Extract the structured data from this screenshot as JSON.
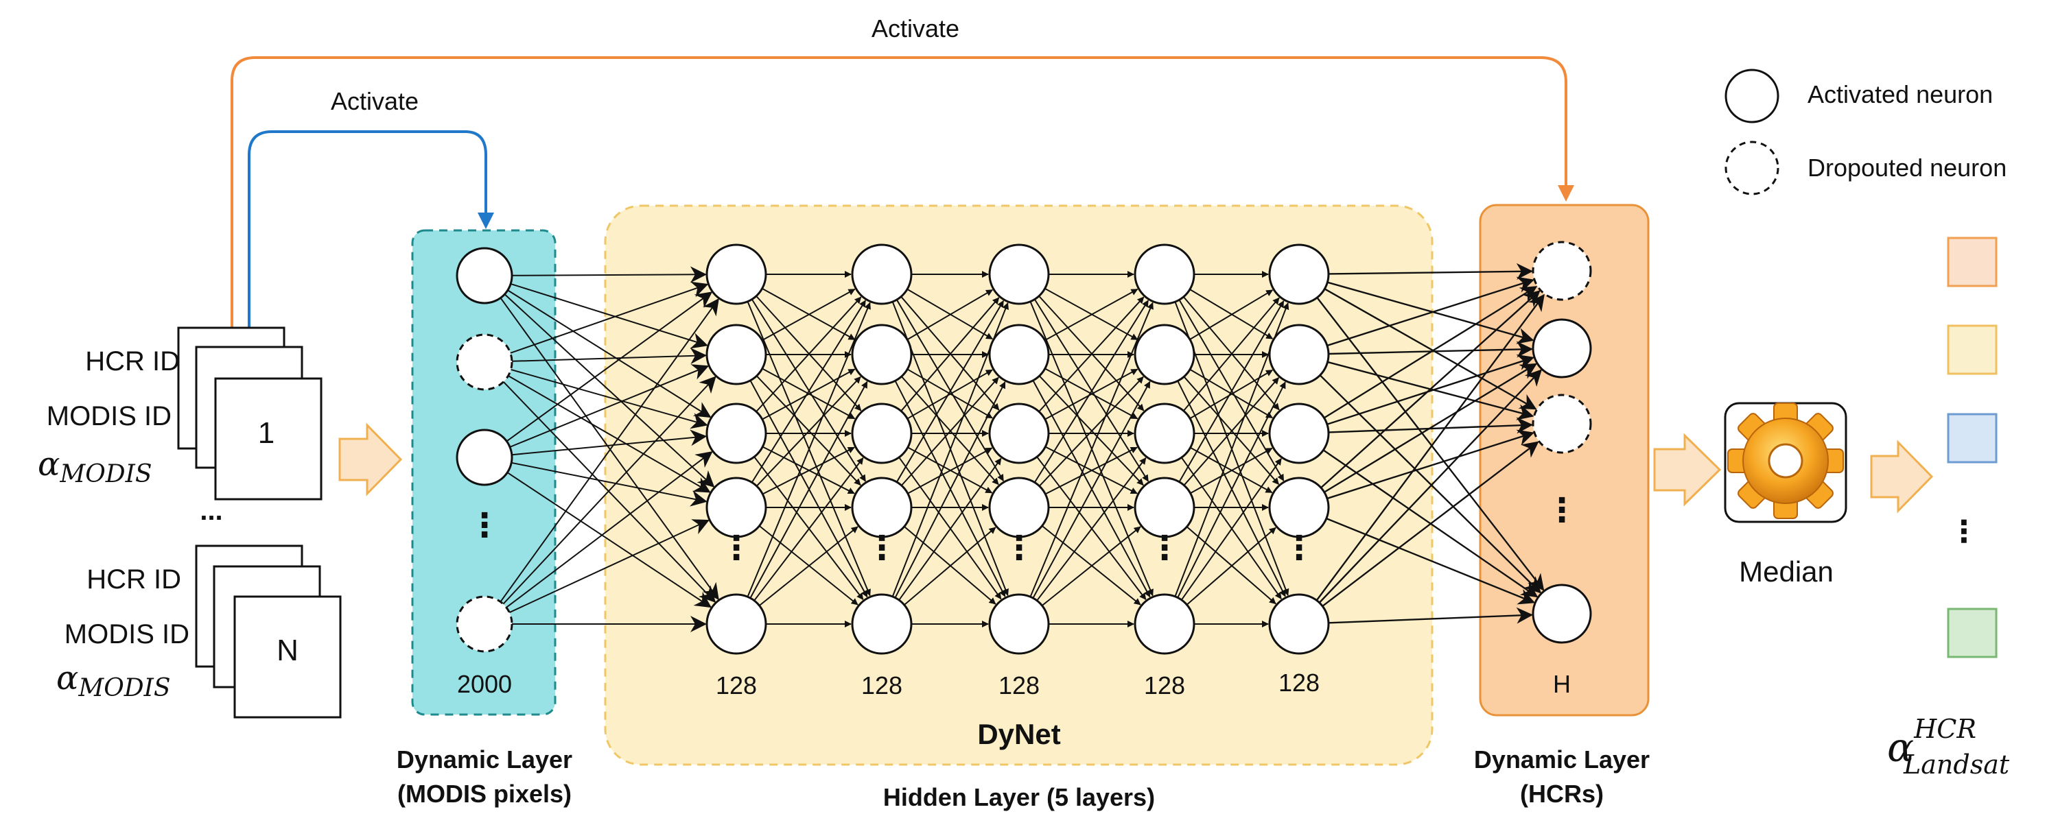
{
  "arrows": {
    "activate_top": "Activate",
    "activate_inner": "Activate"
  },
  "legend": {
    "activated": "Activated neuron",
    "dropouted": "Dropouted neuron"
  },
  "inputs": {
    "hcr_id": "HCR ID",
    "modis_id": "MODIS ID",
    "alpha_symbol": "α",
    "alpha_subscript": "MODIS",
    "card_first": "1",
    "card_last": "N",
    "ellipsis": "..."
  },
  "input_layer": {
    "size": "2000",
    "title_line1": "Dynamic Layer",
    "title_line2": "(MODIS pixels)",
    "pattern": [
      "active",
      "dropout",
      "active",
      "dots",
      "dropout"
    ]
  },
  "hidden": {
    "sizes": [
      "128",
      "128",
      "128",
      "128",
      "128"
    ],
    "name": "DyNet",
    "title": "Hidden Layer (5 layers)"
  },
  "output_layer": {
    "size": "H",
    "title_line1": "Dynamic Layer",
    "title_line2": "(HCRs)",
    "pattern": [
      "dropout",
      "active",
      "dropout",
      "dots",
      "active"
    ]
  },
  "median": {
    "label": "Median"
  },
  "result": {
    "symbol": "α",
    "superscript": "HCR",
    "subscript": "Landsat",
    "swatches": [
      {
        "fill": "#fbe0cc",
        "stroke": "#f0a050"
      },
      {
        "fill": "#fbf0cc",
        "stroke": "#f0c060"
      },
      {
        "fill": "#d7e6f7",
        "stroke": "#6e9bd2"
      },
      {
        "fill": "#d5ecd3",
        "stroke": "#79b873"
      }
    ]
  },
  "colors": {
    "input_layer_fill": "#98e2e6",
    "input_layer_border": "#1e8a8e",
    "hidden_fill": "#fdf0c8",
    "hidden_border": "#efc766",
    "output_layer_fill": "#fbcfa2",
    "output_layer_border": "#e8923a",
    "activate_top": "#f28a3c",
    "activate_inner": "#1f78c8",
    "flow_arrow_fill": "#fde3c6",
    "flow_arrow_stroke": "#f0b050"
  }
}
